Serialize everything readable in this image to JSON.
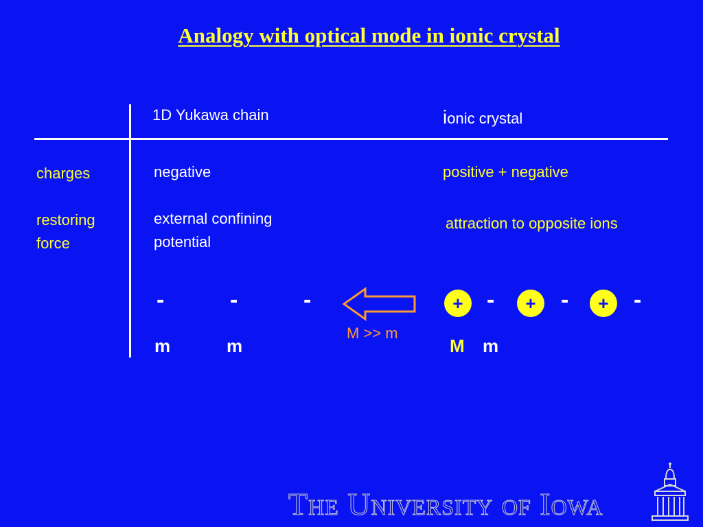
{
  "title": "Analogy with optical mode in ionic crystal",
  "headers": {
    "col1": "1D Yukawa chain",
    "col2_initial": "i",
    "col2_rest": "onic crystal"
  },
  "rows": {
    "charges": {
      "label": "charges",
      "col1": "negative",
      "col2": "positive + negative"
    },
    "restoring_force": {
      "label": "restoring force",
      "col1": "external confining potential",
      "col2": "attraction to opposite ions"
    }
  },
  "chain": {
    "negative_symbol": "-",
    "positive_symbol": "+",
    "left_mass_1": "m",
    "left_mass_2": "m",
    "right_mass_big": "M",
    "right_mass_small": "m",
    "ratio_label": "M >> m"
  },
  "colors": {
    "background": "#0a14f2",
    "title": "#ffff33",
    "labels": "#ffff33",
    "text": "#ffffff",
    "positive_ion": "#ffff1a",
    "arrow_and_ratio": "#ff9933"
  },
  "icons": {
    "arrow": "left-arrow-icon",
    "logo": "old-capitol-building-icon"
  },
  "footer": {
    "logo_text": "The University of Iowa"
  }
}
